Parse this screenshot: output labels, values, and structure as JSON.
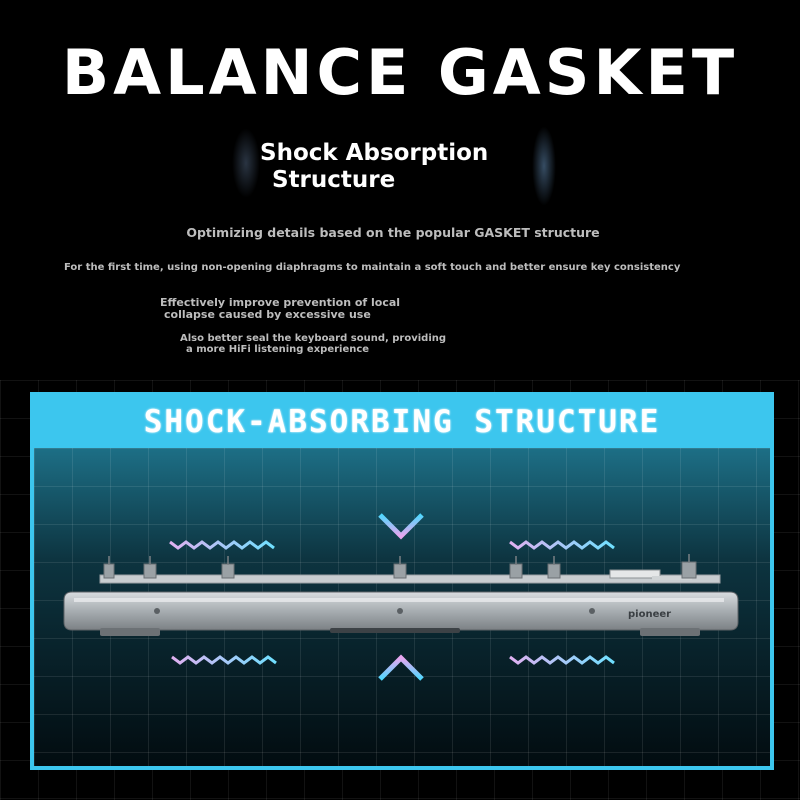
{
  "header": {
    "title": "BALANCE GASKET",
    "subtitle_line1": "Shock Absorption",
    "subtitle_line2": "Structure"
  },
  "descriptions": {
    "line1": "Optimizing details based on the popular GASKET structure",
    "line2": "For the first time, using non-opening diaphragms to maintain a soft touch and better ensure key consistency",
    "line3a": "Effectively improve prevention of local",
    "line3b": "collapse caused by excessive use",
    "line4a": "Also better seal the keyboard sound, providing",
    "line4b": "a more HiFi listening experience"
  },
  "panel": {
    "title": "SHOCK-ABSORBING STRUCTURE",
    "keyboard_logo": "pioneer",
    "accent_color": "#3cc6ee"
  },
  "icons": [
    "arrow-down-icon",
    "arrow-up-icon",
    "wave-icon"
  ]
}
